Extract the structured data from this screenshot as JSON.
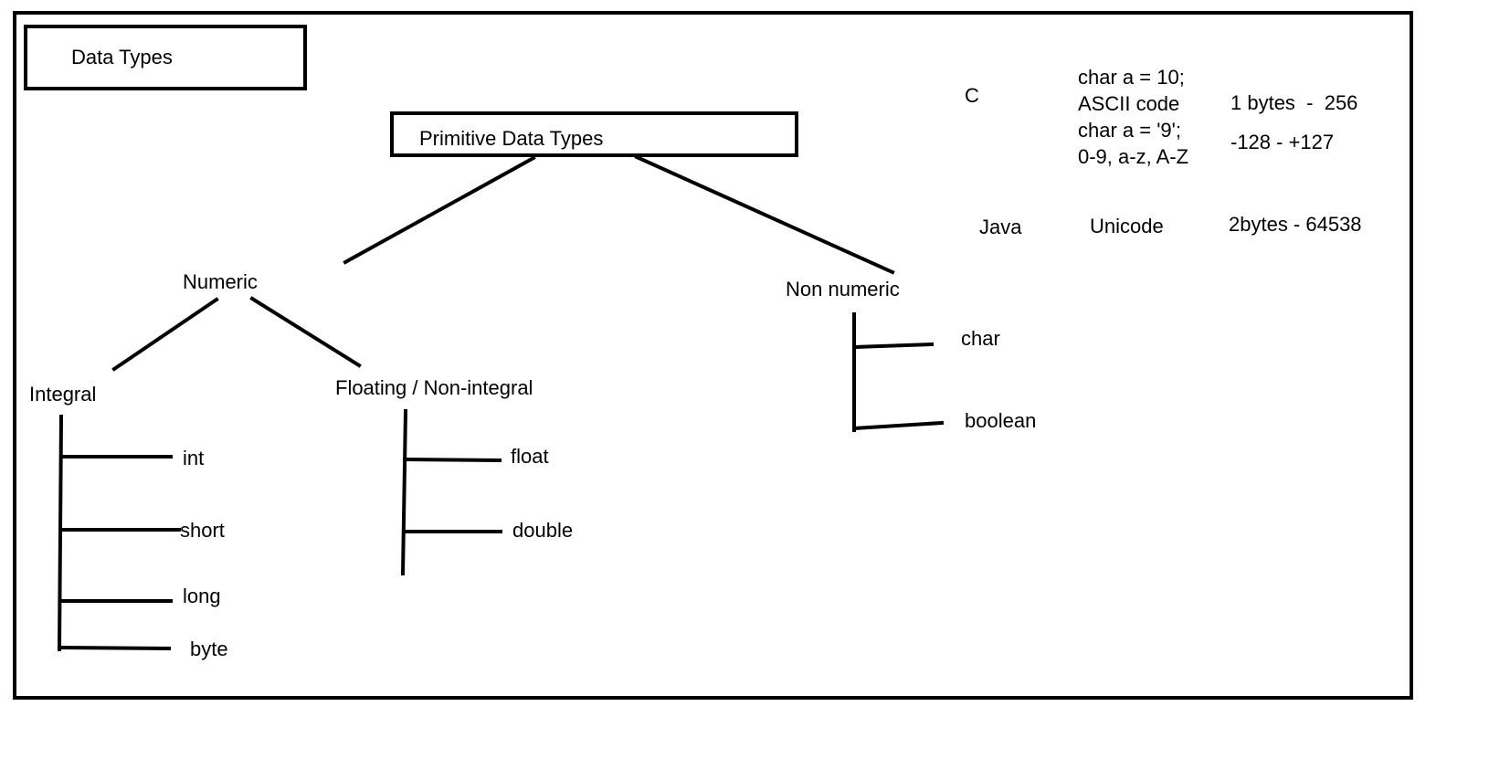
{
  "diagram": {
    "title": "Data Types",
    "root": "Primitive Data Types",
    "numeric": {
      "label": "Numeric",
      "integral": {
        "label": "Integral",
        "items": [
          "int",
          "short",
          "long",
          "byte"
        ]
      },
      "floating": {
        "label": "Floating / Non-integral",
        "items": [
          "float",
          "double"
        ]
      }
    },
    "non_numeric": {
      "label": "Non numeric",
      "items": [
        "char",
        "boolean"
      ]
    }
  },
  "notes": {
    "c": {
      "lang": "C",
      "lines": [
        "char a = 10;",
        "ASCII code",
        "char a = '9';",
        "0-9, a-z, A-Z"
      ],
      "size": "1 bytes  -  256",
      "range": "-128 - +127"
    },
    "java": {
      "lang": "Java",
      "encoding": "Unicode",
      "size": "2bytes - 64538"
    }
  }
}
